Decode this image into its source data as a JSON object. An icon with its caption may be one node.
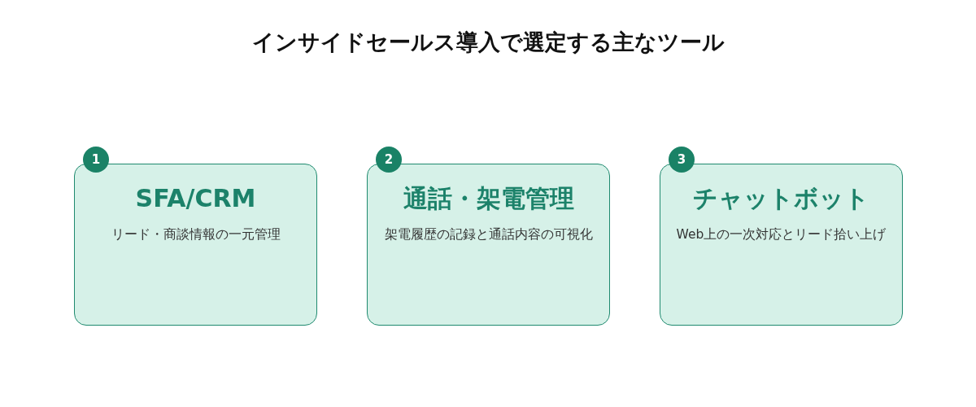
{
  "diagram": {
    "title": "インサイドセールス導入で選定する主なツール",
    "nodes": [
      {
        "text": [
          "1"
        ]
      },
      {
        "text": [
          "SFA/CRM",
          "リード・商談情報の一元管理"
        ]
      },
      {
        "text": [
          "2"
        ]
      },
      {
        "text": [
          "通話・架電管理",
          "架電履歴の記録と通話内容の可視化"
        ]
      },
      {
        "text": [
          "3"
        ]
      },
      {
        "text": [
          "チャットボット",
          "Web上の一次対応とリード拾い上げ"
        ]
      }
    ]
  }
}
